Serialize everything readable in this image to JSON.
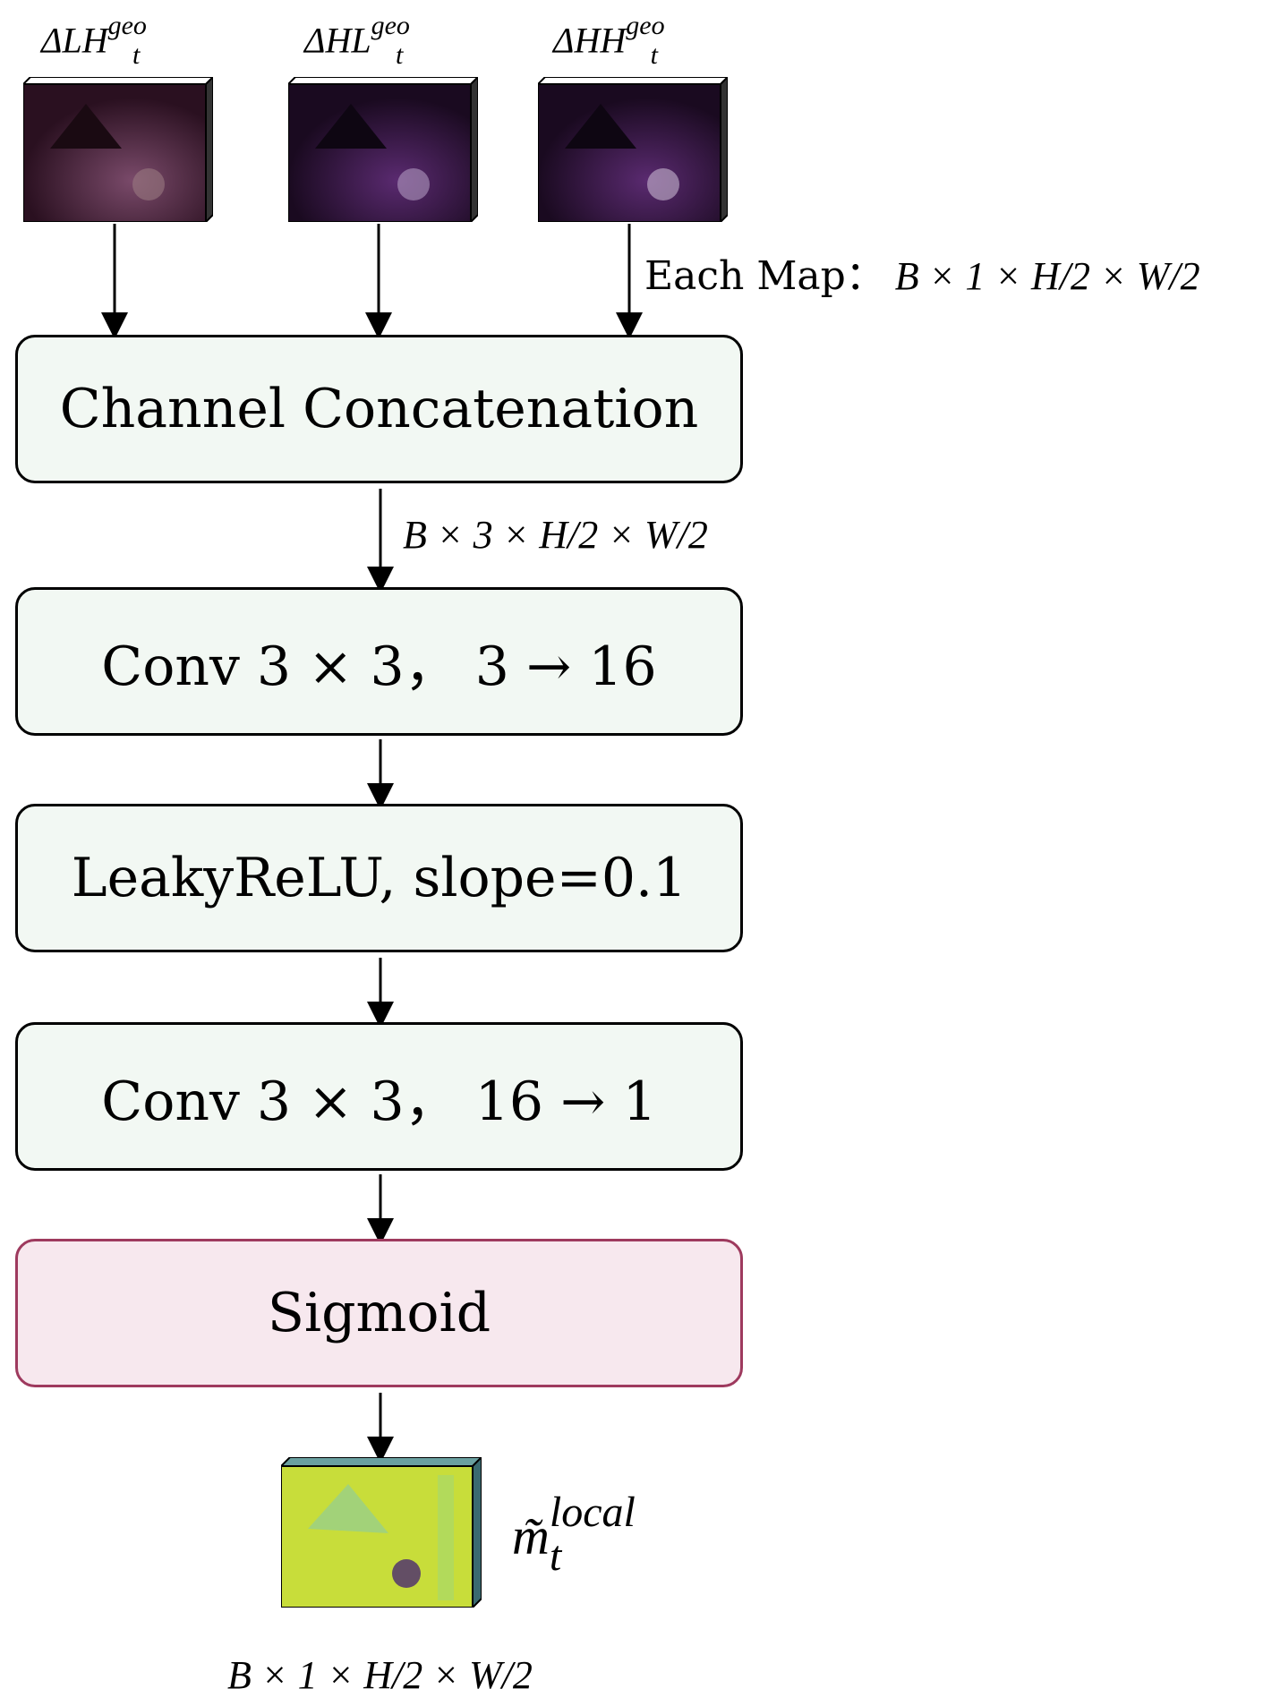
{
  "inputs": [
    {
      "base": "ΔLH",
      "sup": "geo",
      "sub": "t"
    },
    {
      "base": "ΔHL",
      "sup": "geo",
      "sub": "t"
    },
    {
      "base": "ΔHH",
      "sup": "geo",
      "sub": "t"
    }
  ],
  "each_map": {
    "prefix": "Each Map：",
    "dims": "B × 1 × H/2 × W/2"
  },
  "concat_out_dims": "B × 3 × H/2 × W/2",
  "blocks": {
    "concat": "Channel Concatenation",
    "conv1": "Conv 3 × 3， 3 → 16",
    "leaky": "LeakyReLU, slope=0.1",
    "conv2": "Conv 3 × 3， 16 → 1",
    "sigmoid": "Sigmoid"
  },
  "output": {
    "base": "m̃",
    "sup": "local",
    "sub": "t",
    "dims": "B × 1 × H/2 × W/2"
  },
  "colors": {
    "block_fill": "#f2f8f3",
    "sigmoid_fill": "#f7e8ee",
    "sigmoid_border": "#9e3a5e",
    "map_dark": "#2a1020",
    "output_map": "#c8dd3a"
  }
}
